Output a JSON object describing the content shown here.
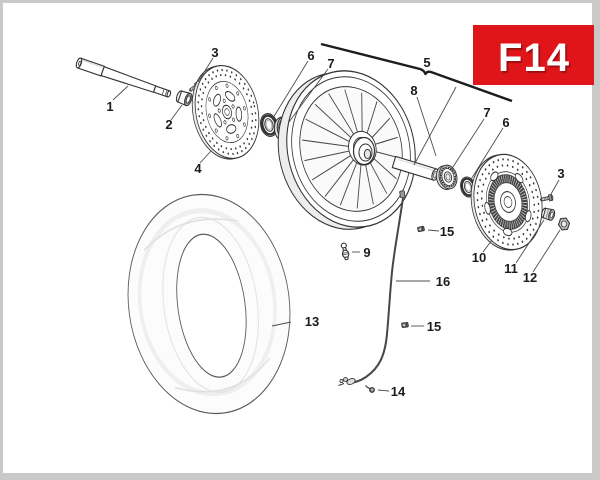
{
  "page_code": {
    "label": "F14",
    "bg": "#e01519",
    "fg": "#ffffff"
  },
  "colors": {
    "page_border": "#c9c9c9",
    "paper": "#ffffff",
    "line_art": "#333333",
    "leader_line": "#4d4d4d"
  },
  "callouts": [
    {
      "n": "1"
    },
    {
      "n": "2"
    },
    {
      "n": "3"
    },
    {
      "n": "4"
    },
    {
      "n": "6"
    },
    {
      "n": "7"
    },
    {
      "n": "5"
    },
    {
      "n": "8"
    },
    {
      "n": "7"
    },
    {
      "n": "6"
    },
    {
      "n": "3"
    },
    {
      "n": "10"
    },
    {
      "n": "11"
    },
    {
      "n": "12"
    },
    {
      "n": "9"
    },
    {
      "n": "15"
    },
    {
      "n": "16"
    },
    {
      "n": "15"
    },
    {
      "n": "13"
    },
    {
      "n": "14"
    }
  ]
}
